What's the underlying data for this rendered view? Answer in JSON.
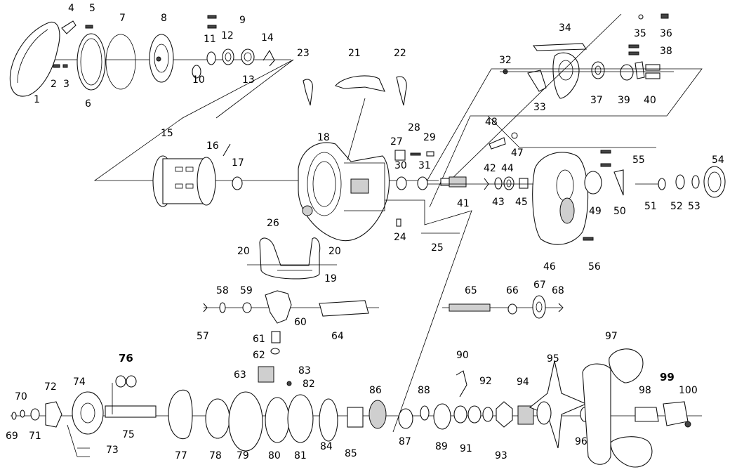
{
  "diagram": {
    "type": "exploded-parts-diagram",
    "labels": [
      "1",
      "2",
      "3",
      "4",
      "5",
      "6",
      "7",
      "8",
      "9",
      "10",
      "11",
      "12",
      "13",
      "14",
      "15",
      "16",
      "17",
      "18",
      "19",
      "20",
      "20",
      "21",
      "22",
      "23",
      "24",
      "25",
      "26",
      "27",
      "28",
      "29",
      "30",
      "31",
      "32",
      "33",
      "34",
      "35",
      "36",
      "37",
      "38",
      "39",
      "40",
      "41",
      "42",
      "43",
      "44",
      "45",
      "46",
      "47",
      "48",
      "49",
      "50",
      "51",
      "52",
      "53",
      "54",
      "55",
      "56",
      "57",
      "58",
      "59",
      "60",
      "61",
      "62",
      "63",
      "64",
      "65",
      "66",
      "67",
      "68",
      "69",
      "70",
      "71",
      "72",
      "73",
      "74",
      "75",
      "76",
      "77",
      "78",
      "79",
      "80",
      "81",
      "82",
      "83",
      "84",
      "85",
      "86",
      "87",
      "88",
      "89",
      "90",
      "91",
      "92",
      "93",
      "94",
      "95",
      "96",
      "97",
      "98",
      "99",
      "100"
    ]
  }
}
